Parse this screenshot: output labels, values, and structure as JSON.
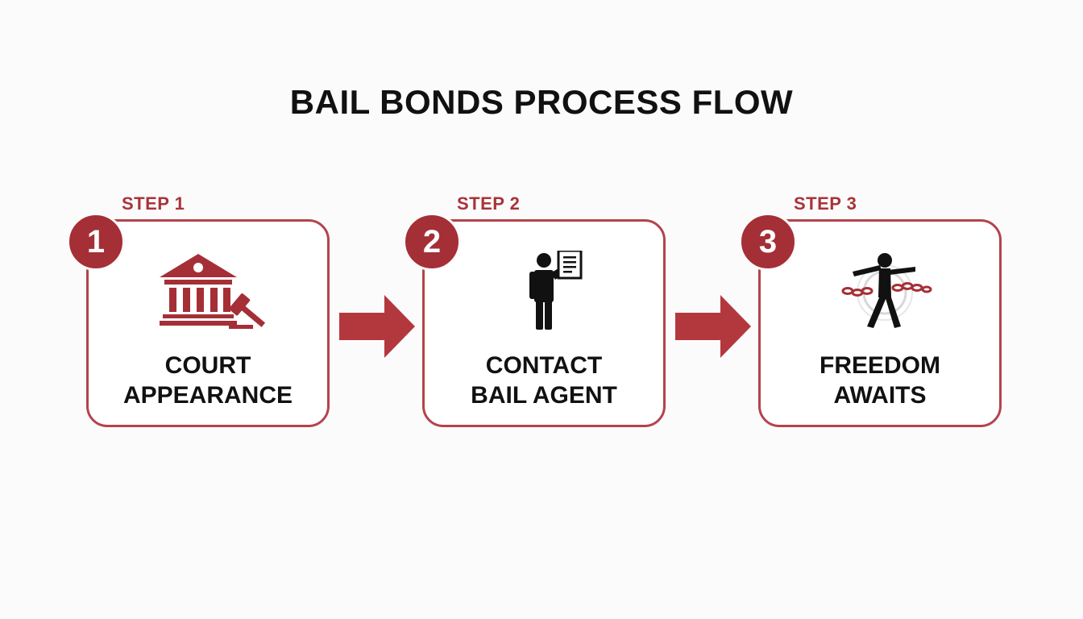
{
  "title": "BAIL BONDS PROCESS FLOW",
  "colors": {
    "accent": "#a52f36",
    "border": "#b3444b",
    "text": "#111111",
    "background": "#fbfbfb"
  },
  "steps": [
    {
      "label": "STEP 1",
      "number": "1",
      "title_line1": "COURT",
      "title_line2": "APPEARANCE",
      "icon": "courthouse-gavel-icon"
    },
    {
      "label": "STEP 2",
      "number": "2",
      "title_line1": "CONTACT",
      "title_line2": "BAIL AGENT",
      "icon": "person-document-icon"
    },
    {
      "label": "STEP 3",
      "number": "3",
      "title_line1": "FREEDOM",
      "title_line2": "AWAITS",
      "icon": "broken-chains-person-icon"
    }
  ]
}
